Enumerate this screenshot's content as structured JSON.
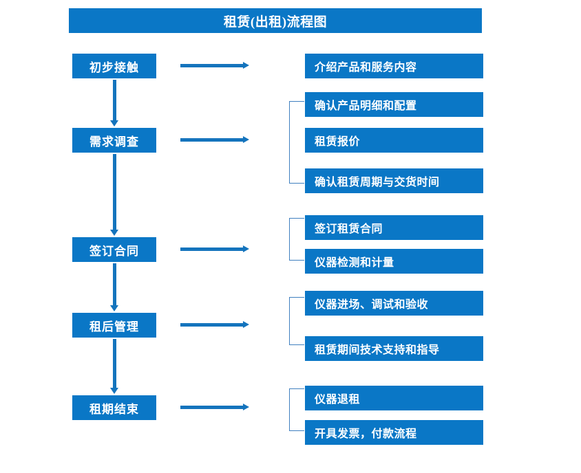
{
  "title": "租赁(出租)流程图",
  "colors": {
    "box_blue": "#0a77c6",
    "arrow_blue": "#1474bd",
    "bracket_blue": "#3f7fbf",
    "text_white": "#ffffff",
    "background": "#ffffff"
  },
  "stages": [
    {
      "label": "初步接触"
    },
    {
      "label": "需求调查"
    },
    {
      "label": "签订合同"
    },
    {
      "label": "租后管理"
    },
    {
      "label": "租期结束"
    }
  ],
  "tasks": [
    {
      "label": "介绍产品和服务内容"
    },
    {
      "label": "确认产品明细和配置"
    },
    {
      "label": "租赁报价"
    },
    {
      "label": "确认租赁周期与交货时间"
    },
    {
      "label": "签订租赁合同"
    },
    {
      "label": "仪器检测和计量"
    },
    {
      "label": "仪器进场、调试和验收"
    },
    {
      "label": "租赁期间技术支持和指导"
    },
    {
      "label": "仪器退租"
    },
    {
      "label": "开具发票，付款流程"
    }
  ]
}
